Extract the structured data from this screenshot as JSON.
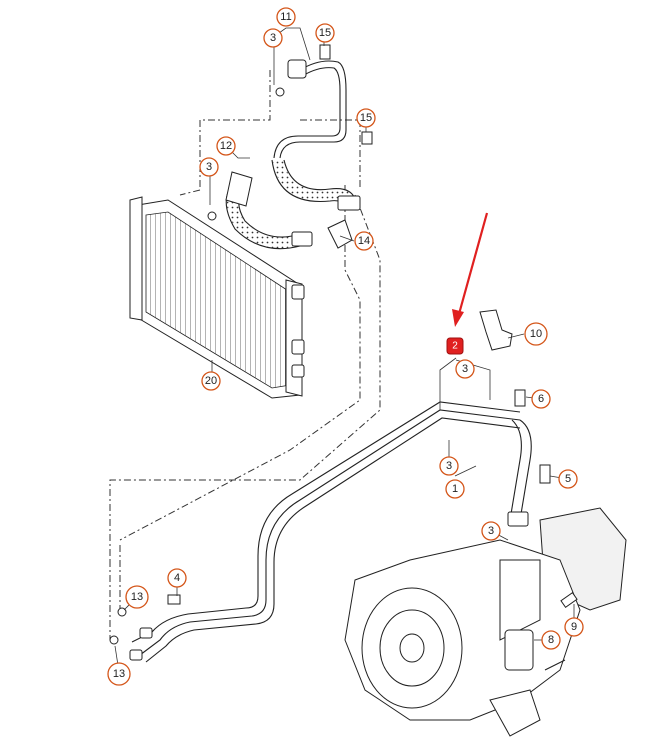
{
  "colors": {
    "callout_stroke": "#d4561a",
    "highlight": "#e02020",
    "arrow": "#e02020",
    "line": "#222222"
  },
  "callouts": {
    "c11": "11",
    "c15a": "15",
    "c3a": "3",
    "c15b": "15",
    "c12": "12",
    "c3b": "3",
    "c14": "14",
    "c20": "20",
    "c10": "10",
    "c3c": "3",
    "c6": "6",
    "c3d": "3",
    "c1": "1",
    "c5": "5",
    "c3e": "3",
    "c4": "4",
    "c13a": "13",
    "c8": "8",
    "c9": "9",
    "c13b": "13"
  },
  "highlighted_part": {
    "label": "2"
  },
  "icons": [
    "red-arrow-icon"
  ]
}
